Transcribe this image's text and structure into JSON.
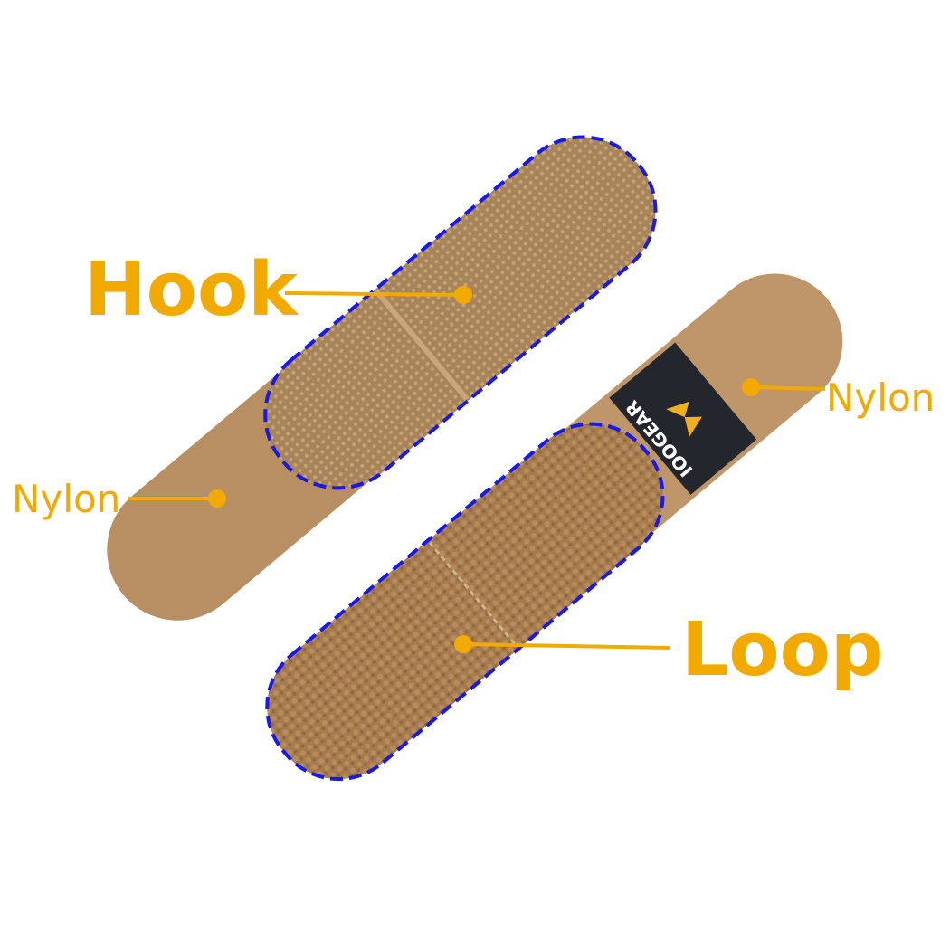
{
  "labels": {
    "hook": "Hook",
    "loop": "Loop",
    "nylon_left": "Nylon",
    "nylon_right": "Nylon"
  },
  "brand_tag": "IOOGEAR",
  "colors": {
    "label": "#f2a900",
    "outline": "#1a1ae6",
    "strap": "#b98e5c",
    "tag": "#23262d"
  }
}
